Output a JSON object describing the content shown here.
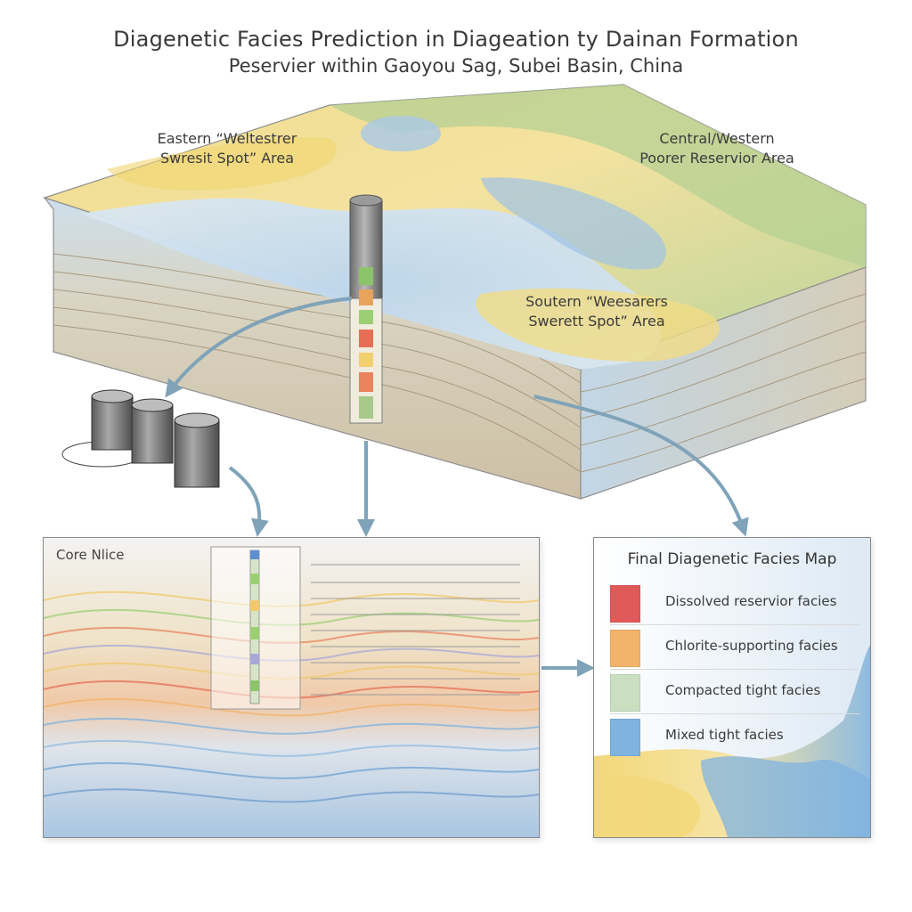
{
  "header": {
    "title": "Diagenetic Facies Prediction in Diageation ty Dainan Formation",
    "subtitle": "Peservier within Gaoyou Sag, Subei Basin, China"
  },
  "block_labels": {
    "eastern_line1": "Eastern “Weltestrer",
    "eastern_line2": "Swresit Spot” Area",
    "central_line1": "Central/Western",
    "central_line2": "Poorer Reservior Area",
    "southern_line1": "Soutern “Weesarers",
    "southern_line2": "Swerett Spot” Area"
  },
  "core_panel": {
    "title": "Core Nlice"
  },
  "map_panel": {
    "title": "Final Diagenetic Facies Map",
    "legend": [
      {
        "label": "Dissolved reservior facies",
        "color": "#e05a5a"
      },
      {
        "label": "Chlorite-supporting facies",
        "color": "#f3b36a"
      },
      {
        "label": "Compacted tight facies",
        "color": "#c9dfc0"
      },
      {
        "label": "Mixed tight facies",
        "color": "#7fb3e0"
      }
    ]
  },
  "colors": {
    "water": "#c9dcec",
    "sand": "#f1dc86",
    "vegetation": "#a9c98a",
    "arrow": "#7fa3b8",
    "dissolved": "#e05a5a",
    "chlorite": "#f3b36a",
    "compacted": "#c9dfc0",
    "mixed": "#7fb3e0"
  }
}
